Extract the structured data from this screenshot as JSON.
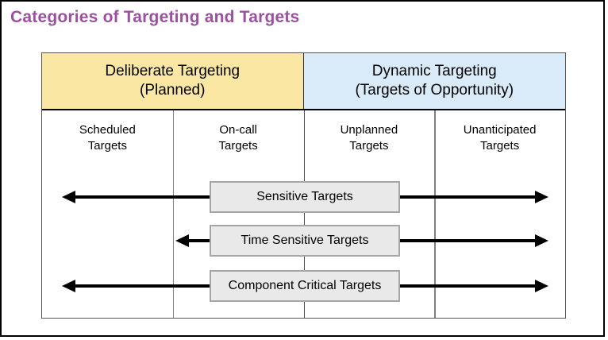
{
  "page": {
    "title": "Categories of Targeting and Targets"
  },
  "table": {
    "headers": [
      {
        "line1": "Deliberate Targeting",
        "line2": "(Planned)"
      },
      {
        "line1": "Dynamic Targeting",
        "line2": "(Targets of Opportunity)"
      }
    ],
    "columns": [
      {
        "line1": "Scheduled",
        "line2": "Targets"
      },
      {
        "line1": "On-call",
        "line2": "Targets"
      },
      {
        "line1": "Unplanned",
        "line2": "Targets"
      },
      {
        "line1": "Unanticipated",
        "line2": "Targets"
      }
    ],
    "arrow_rows": [
      {
        "label": "Sensitive Targets",
        "span": "all-four-columns"
      },
      {
        "label": "Time Sensitive Targets",
        "span": "on-call-through-unanticipated"
      },
      {
        "label": "Component Critical Targets",
        "span": "all-four-columns"
      }
    ]
  },
  "colors": {
    "title_text": "#9C50A0",
    "deliberate_header_bg": "#FBE7A4",
    "dynamic_header_bg": "#D9EBF9",
    "callout_box_bg": "#E9E9E9",
    "callout_box_border": "#A6A6A6",
    "arrow": "#000000",
    "grid_line": "#808080"
  }
}
